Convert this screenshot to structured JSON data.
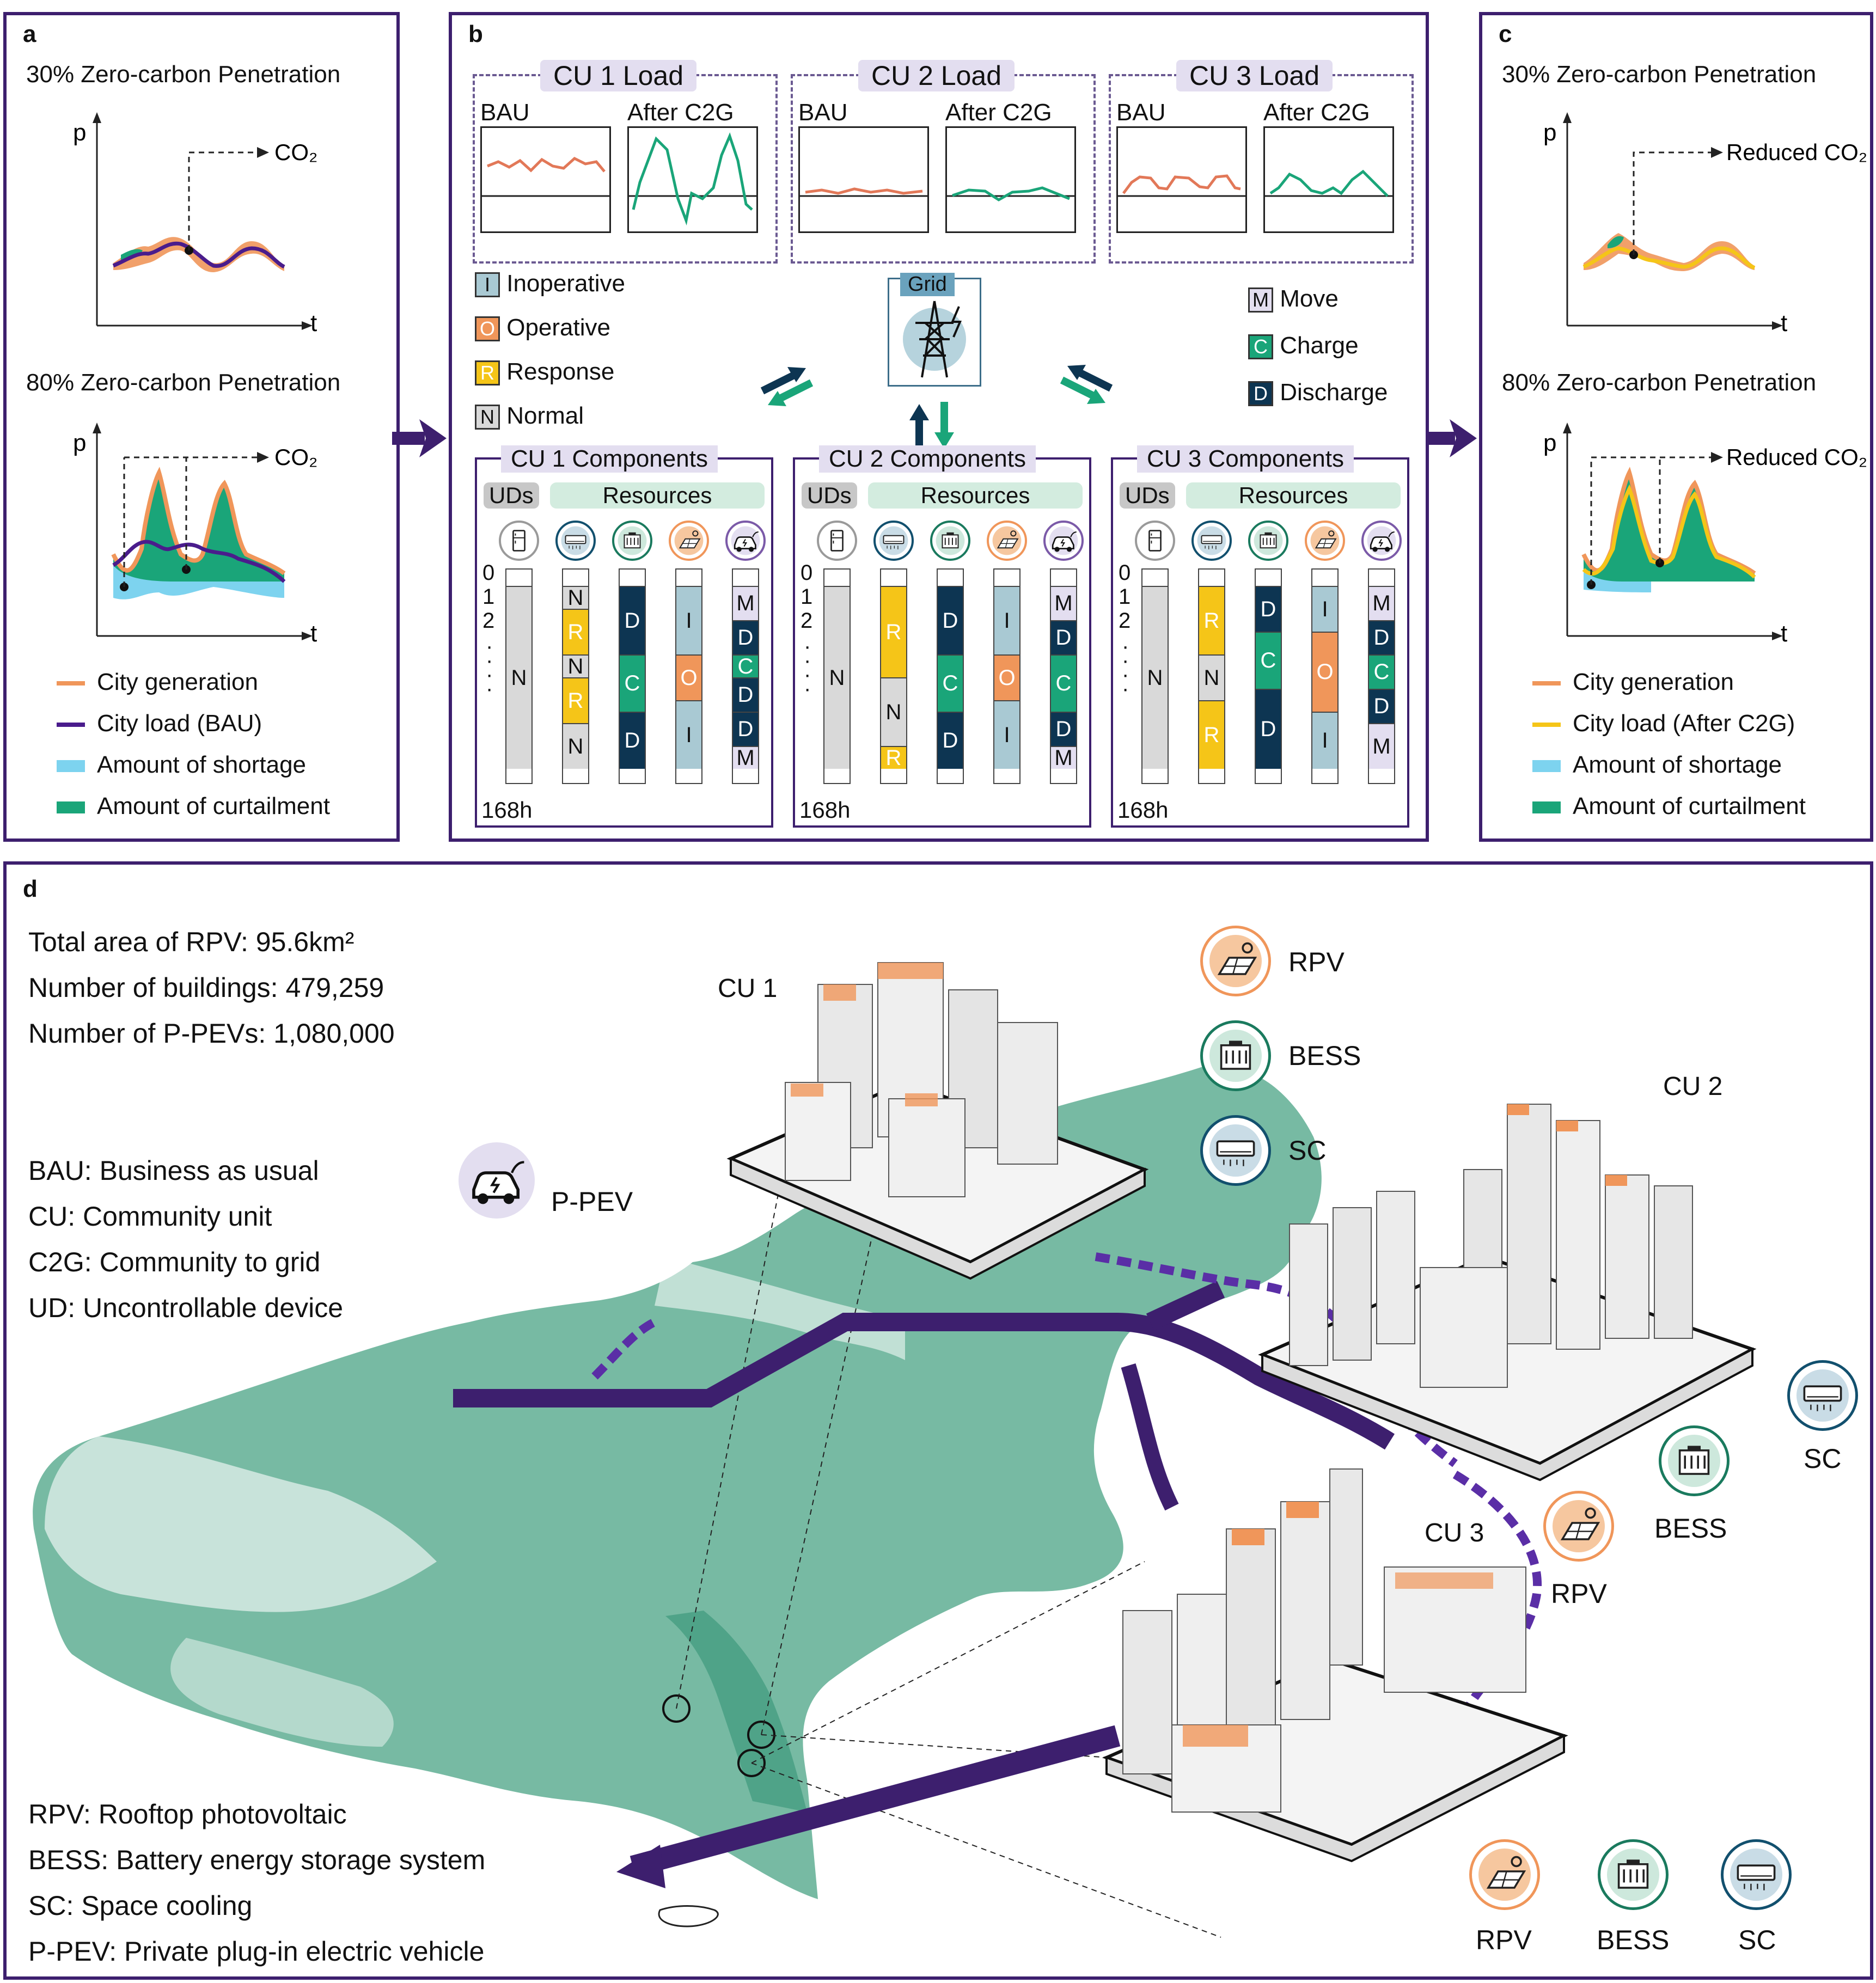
{
  "panel_a": {
    "label": "a",
    "top_title": "30% Zero-carbon Penetration",
    "bottom_title": "80% Zero-carbon Penetration",
    "axis_p": "p",
    "axis_t": "t",
    "co2_label": "CO₂",
    "legend": [
      {
        "label": "City generation",
        "color": "#f0965a"
      },
      {
        "label": "City load (BAU)",
        "color": "#4a1c8c"
      },
      {
        "label": "Amount of shortage",
        "color": "#7dd3ef"
      },
      {
        "label": "Amount of curtailment",
        "color": "#1aa579"
      }
    ]
  },
  "panel_b": {
    "label": "b",
    "cu_loads": [
      {
        "title": "CU 1 Load",
        "bau": "BAU",
        "after": "After C2G"
      },
      {
        "title": "CU 2 Load",
        "bau": "BAU",
        "after": "After C2G"
      },
      {
        "title": "CU 3 Load",
        "bau": "BAU",
        "after": "After C2G"
      }
    ],
    "state_legend": [
      {
        "code": "I",
        "label": "Inoperative",
        "color": "#a9c9d3"
      },
      {
        "code": "O",
        "label": "Operative",
        "color": "#f0965a"
      },
      {
        "code": "R",
        "label": "Response",
        "color": "#f5c518"
      },
      {
        "code": "N",
        "label": "Normal",
        "color": "#d9d9d9"
      }
    ],
    "action_legend": [
      {
        "code": "M",
        "label": "Move",
        "color": "#e3def0"
      },
      {
        "code": "C",
        "label": "Charge",
        "color": "#1aa579"
      },
      {
        "code": "D",
        "label": "Discharge",
        "color": "#0d3552"
      }
    ],
    "grid_label": "Grid",
    "components": [
      {
        "title": "CU 1 Components",
        "uds": "UDs",
        "resources": "Resources",
        "hours": "168h"
      },
      {
        "title": "CU 2 Components",
        "uds": "UDs",
        "resources": "Resources",
        "hours": "168h"
      },
      {
        "title": "CU 3 Components",
        "uds": "UDs",
        "resources": "Resources",
        "hours": "168h"
      }
    ],
    "ticks": [
      "0",
      "1",
      "2"
    ],
    "cu1_cols": [
      [
        {
          "c": "N",
          "s": 0,
          "e": 8
        }
      ],
      [
        {
          "c": "N",
          "s": 0,
          "e": 1
        },
        {
          "c": "R",
          "s": 1,
          "e": 3
        },
        {
          "c": "N",
          "s": 3,
          "e": 4
        },
        {
          "c": "R",
          "s": 4,
          "e": 6
        },
        {
          "c": "N",
          "s": 6,
          "e": 8
        }
      ],
      [
        {
          "c": "D",
          "s": 0,
          "e": 3
        },
        {
          "c": "C",
          "s": 3,
          "e": 5.5
        },
        {
          "c": "D",
          "s": 5.5,
          "e": 8
        }
      ],
      [
        {
          "c": "I",
          "s": 0,
          "e": 3
        },
        {
          "c": "O",
          "s": 3,
          "e": 5
        },
        {
          "c": "I",
          "s": 5,
          "e": 8
        }
      ],
      [
        {
          "c": "M",
          "s": 0,
          "e": 1.5
        },
        {
          "c": "D",
          "s": 1.5,
          "e": 3
        },
        {
          "c": "C",
          "s": 3,
          "e": 4
        },
        {
          "c": "D",
          "s": 4,
          "e": 5.5
        },
        {
          "c": "D",
          "s": 5.5,
          "e": 7
        },
        {
          "c": "M",
          "s": 7,
          "e": 8
        }
      ]
    ],
    "cu2_cols": [
      [
        {
          "c": "N",
          "s": 0,
          "e": 8
        }
      ],
      [
        {
          "c": "R",
          "s": 0,
          "e": 4
        },
        {
          "c": "N",
          "s": 4,
          "e": 7
        },
        {
          "c": "R",
          "s": 7,
          "e": 8
        }
      ],
      [
        {
          "c": "D",
          "s": 0,
          "e": 3
        },
        {
          "c": "C",
          "s": 3,
          "e": 5.5
        },
        {
          "c": "D",
          "s": 5.5,
          "e": 8
        }
      ],
      [
        {
          "c": "I",
          "s": 0,
          "e": 3
        },
        {
          "c": "O",
          "s": 3,
          "e": 5
        },
        {
          "c": "I",
          "s": 5,
          "e": 8
        }
      ],
      [
        {
          "c": "M",
          "s": 0,
          "e": 1.5
        },
        {
          "c": "D",
          "s": 1.5,
          "e": 3
        },
        {
          "c": "C",
          "s": 3,
          "e": 5.5
        },
        {
          "c": "D",
          "s": 5.5,
          "e": 7
        },
        {
          "c": "M",
          "s": 7,
          "e": 8
        }
      ]
    ],
    "cu3_cols": [
      [
        {
          "c": "N",
          "s": 0,
          "e": 8
        }
      ],
      [
        {
          "c": "R",
          "s": 0,
          "e": 3
        },
        {
          "c": "N",
          "s": 3,
          "e": 5
        },
        {
          "c": "R",
          "s": 5,
          "e": 8
        }
      ],
      [
        {
          "c": "D",
          "s": 0,
          "e": 2
        },
        {
          "c": "C",
          "s": 2,
          "e": 4.5
        },
        {
          "c": "D",
          "s": 4.5,
          "e": 8
        }
      ],
      [
        {
          "c": "I",
          "s": 0,
          "e": 2
        },
        {
          "c": "O",
          "s": 2,
          "e": 5.5
        },
        {
          "c": "I",
          "s": 5.5,
          "e": 8
        }
      ],
      [
        {
          "c": "M",
          "s": 0,
          "e": 1.5
        },
        {
          "c": "D",
          "s": 1.5,
          "e": 3
        },
        {
          "c": "C",
          "s": 3,
          "e": 4.5
        },
        {
          "c": "D",
          "s": 4.5,
          "e": 6
        },
        {
          "c": "M",
          "s": 6,
          "e": 8
        }
      ]
    ]
  },
  "panel_c": {
    "label": "c",
    "top_title": "30% Zero-carbon Penetration",
    "bottom_title": "80% Zero-carbon Penetration",
    "axis_p": "p",
    "axis_t": "t",
    "co2_label": "Reduced CO₂",
    "legend": [
      {
        "label": "City generation",
        "color": "#f0965a"
      },
      {
        "label": "City load (After C2G)",
        "color": "#f5c518"
      },
      {
        "label": "Amount of shortage",
        "color": "#7dd3ef"
      },
      {
        "label": "Amount of curtailment",
        "color": "#1aa579"
      }
    ]
  },
  "panel_d": {
    "label": "d",
    "stats": [
      "Total area of RPV: 95.6km²",
      "Number of buildings: 479,259",
      "Number of P-PEVs: 1,080,000"
    ],
    "abbrev_top": [
      "BAU: Business as usual",
      "CU: Community unit",
      "C2G: Community to grid",
      "UD: Uncontrollable device"
    ],
    "abbrev_bottom": [
      "RPV: Rooftop photovoltaic",
      "BESS: Battery energy storage system",
      "SC: Space cooling",
      "P-PEV: Private plug-in electric vehicle"
    ],
    "cu1": "CU 1",
    "cu2": "CU 2",
    "cu3": "CU 3",
    "pev": "P-PEV",
    "rpv": "RPV",
    "bess": "BESS",
    "sc": "SC"
  },
  "colors": {
    "frame": "#3d1f6e",
    "purple": "#4a1c8c",
    "green": "#1aa579",
    "navy": "#0d3552",
    "orange": "#f0965a",
    "yellow": "#f5c518",
    "map": "#5fae93"
  }
}
